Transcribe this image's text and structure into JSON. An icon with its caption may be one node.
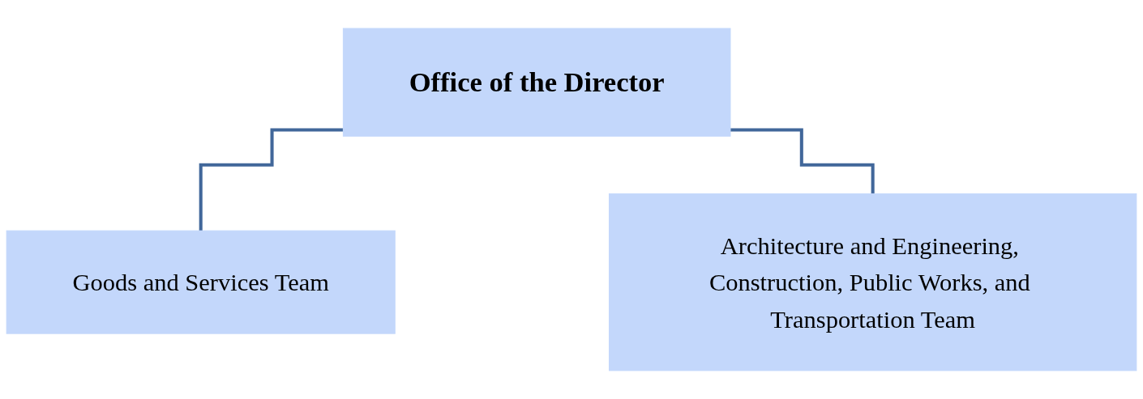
{
  "diagram": {
    "nodes": [
      {
        "text": [
          "Office of the Director"
        ]
      },
      {
        "text": [
          "Goods and Services Team"
        ]
      },
      {
        "text": [
          "Architecture and Engineering, Construction, Public Works, and Transportation Team"
        ]
      }
    ],
    "edges": [
      {
        "from": 0,
        "to": 1,
        "arrow": "none"
      },
      {
        "from": 0,
        "to": 2,
        "arrow": "none"
      }
    ]
  }
}
